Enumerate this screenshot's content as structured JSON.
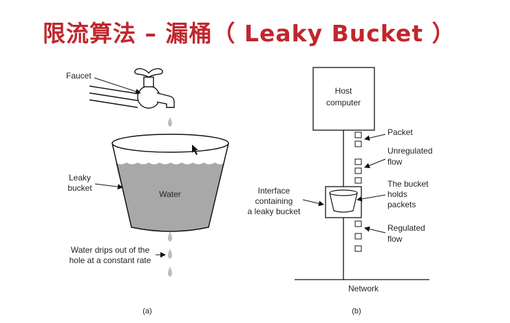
{
  "title": "限流算法 – 漏桶（ Leaky Bucket ）",
  "diagram_a": {
    "faucet_label": "Faucet",
    "leaky_bucket_label_1": "Leaky",
    "leaky_bucket_label_2": "bucket",
    "water_label": "Water",
    "drips_label_1": "Water drips out of the",
    "drips_label_2": "hole at a constant rate",
    "caption": "(a)"
  },
  "diagram_b": {
    "host_label_1": "Host",
    "host_label_2": "computer",
    "packet_label": "Packet",
    "unregulated_label_1": "Unregulated",
    "unregulated_label_2": "flow",
    "interface_label_1": "Interface",
    "interface_label_2": "containing",
    "interface_label_3": "a leaky bucket",
    "bucket_holds_label_1": "The bucket",
    "bucket_holds_label_2": "holds",
    "bucket_holds_label_3": "packets",
    "regulated_label_1": "Regulated",
    "regulated_label_2": "flow",
    "network_label": "Network",
    "caption": "(b)"
  },
  "colors": {
    "title": "#c0272d",
    "water": "#a8a8a8"
  }
}
